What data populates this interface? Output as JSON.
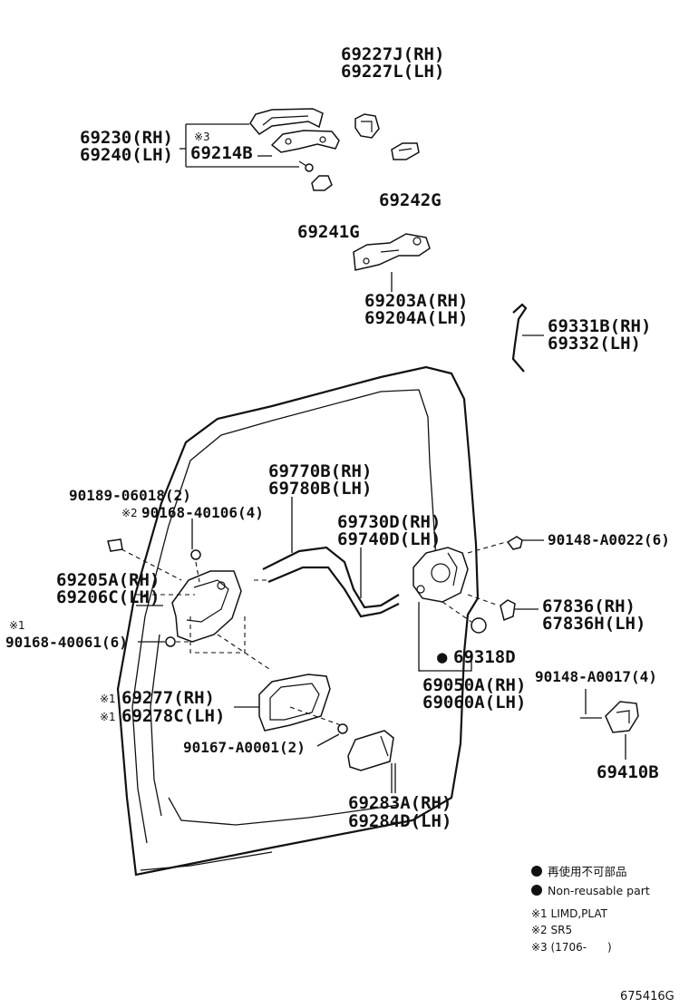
{
  "parts": [
    {
      "id": "p69227j",
      "text": "69227J(RH)"
    },
    {
      "id": "p69227l",
      "text": "69227L(LH)"
    },
    {
      "id": "p69230",
      "text": "69230(RH)"
    },
    {
      "id": "p69240",
      "text": "69240(LH)"
    },
    {
      "id": "p69214b",
      "text": "69214B"
    },
    {
      "id": "p69242g",
      "text": "69242G"
    },
    {
      "id": "p69241g",
      "text": "69241G"
    },
    {
      "id": "p69203a",
      "text": "69203A(RH)"
    },
    {
      "id": "p69204a",
      "text": "69204A(LH)"
    },
    {
      "id": "p69331b",
      "text": "69331B(RH)"
    },
    {
      "id": "p69332",
      "text": "69332(LH)"
    },
    {
      "id": "p69770b",
      "text": "69770B(RH)"
    },
    {
      "id": "p69780b",
      "text": "69780B(LH)"
    },
    {
      "id": "p90189",
      "text": "90189-06018(2)"
    },
    {
      "id": "p90168_40106",
      "text": "90168-40106(4)"
    },
    {
      "id": "p69730d",
      "text": "69730D(RH)"
    },
    {
      "id": "p69740d",
      "text": "69740D(LH)"
    },
    {
      "id": "p90148_a0022",
      "text": "90148-A0022(6)"
    },
    {
      "id": "p69205a",
      "text": "69205A(RH)"
    },
    {
      "id": "p69206c",
      "text": "69206C(LH)"
    },
    {
      "id": "p67836",
      "text": "67836(RH)"
    },
    {
      "id": "p67836h",
      "text": "67836H(LH)"
    },
    {
      "id": "p90168_40061",
      "text": "90168-40061(6)"
    },
    {
      "id": "p69318d",
      "text": "69318D"
    },
    {
      "id": "p69050a",
      "text": "69050A(RH)"
    },
    {
      "id": "p69060a",
      "text": "69060A(LH)"
    },
    {
      "id": "p90148_a0017",
      "text": "90148-A0017(4)"
    },
    {
      "id": "p69277",
      "text": "69277(RH)"
    },
    {
      "id": "p69278c",
      "text": "69278C(LH)"
    },
    {
      "id": "p90167",
      "text": "90167-A0001(2)"
    },
    {
      "id": "p69410b",
      "text": "69410B"
    },
    {
      "id": "p69283a",
      "text": "69283A(RH)"
    },
    {
      "id": "p69284d",
      "text": "69284D(LH)"
    }
  ],
  "notes": {
    "mark1": "※1",
    "mark2": "※2",
    "mark3": "※3",
    "non_reusable_dot": "●"
  },
  "legend": {
    "non_reusable_jp": "再使用不可部品",
    "non_reusable_en": "Non-reusable part",
    "note1": "※1 LIMD,PLAT",
    "note2": "※2 SR5",
    "note3": "※3 (1706-      )"
  },
  "figure_id": "675416G"
}
